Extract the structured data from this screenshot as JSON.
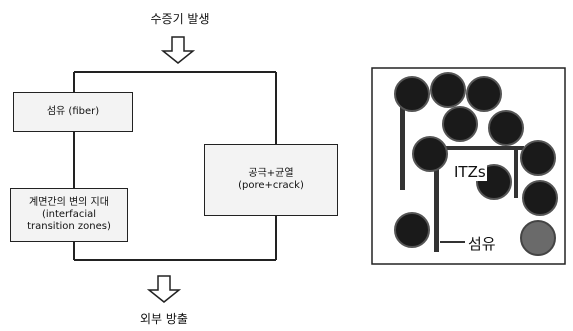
{
  "top_label": "수증기 발생",
  "bottom_label": "외부 방출",
  "boxes": {
    "fiber": "섬유 (fiber)",
    "itz": [
      "계면간의 변의 지대",
      "(interfacial",
      "transition zones)"
    ],
    "pore": [
      "공극+균열",
      "(pore+crack)"
    ]
  },
  "diagram_labels": {
    "itz": "ITZs",
    "fiber": "섬유"
  }
}
